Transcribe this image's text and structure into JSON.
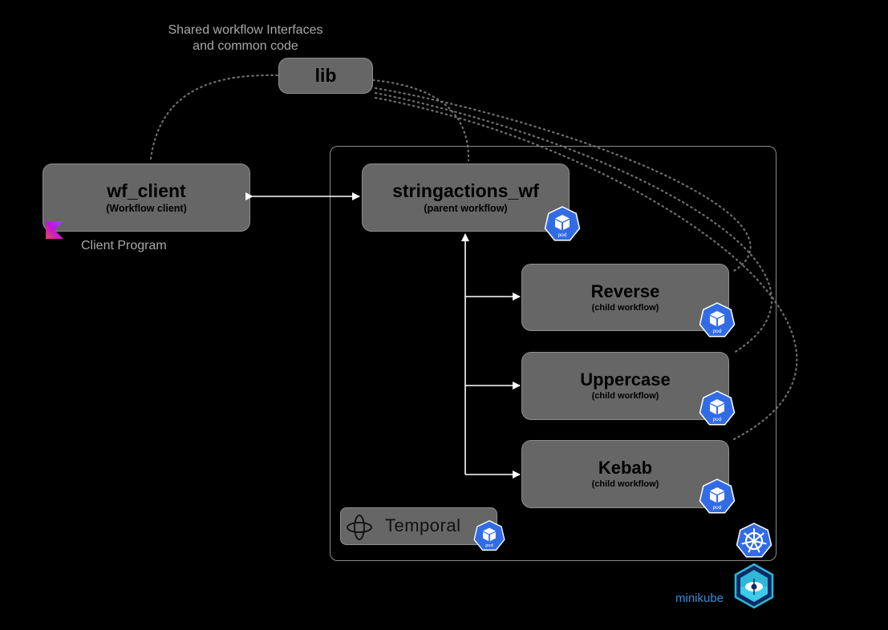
{
  "lib": {
    "caption_line1": "Shared workflow Interfaces",
    "caption_line2": "and common code",
    "label": "lib"
  },
  "client": {
    "title": "wf_client",
    "subtitle": "(Workflow client)",
    "caption": "Client Program"
  },
  "parent": {
    "title": "stringactions_wf",
    "subtitle": "(parent workflow)"
  },
  "children": [
    {
      "title": "Reverse",
      "subtitle": "(child workflow)"
    },
    {
      "title": "Uppercase",
      "subtitle": "(child workflow)"
    },
    {
      "title": "Kebab",
      "subtitle": "(child workflow)"
    }
  ],
  "temporal": {
    "label": "Temporal"
  },
  "pod_label": "pod",
  "minikube": {
    "label": "minikube"
  },
  "colors": {
    "background": "#000000",
    "box_fill": "#666666",
    "pod_blue": "#326ce5",
    "minikube_teal": "#2fb7d8",
    "caption_gray": "#a8a8a8"
  },
  "icons": [
    "kotlin-logo-icon",
    "pod-icon",
    "temporal-logo-icon",
    "kubernetes-helm-icon",
    "minikube-logo-icon"
  ]
}
